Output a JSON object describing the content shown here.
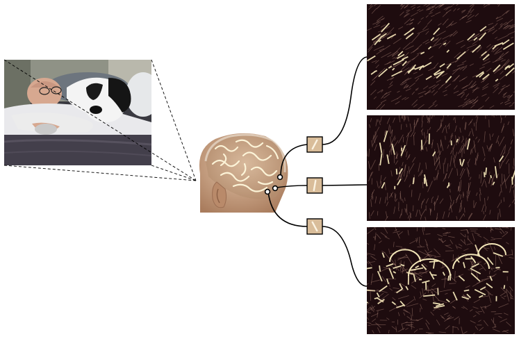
{
  "figure": {
    "input_photo": {
      "icon": "photo-man-and-dog-on-bed"
    },
    "head": {
      "icon": "head-with-brain-icon"
    },
    "filters": [
      {
        "icon": "oriented-filter-icon",
        "orientation_deg": 62
      },
      {
        "icon": "oriented-filter-icon",
        "orientation_deg": 80
      },
      {
        "icon": "oriented-filter-icon",
        "orientation_deg": 118
      }
    ],
    "feature_maps": [
      {
        "icon": "edge-map-diagonal"
      },
      {
        "icon": "edge-map-vertical"
      },
      {
        "icon": "edge-map-contours"
      }
    ],
    "colors": {
      "map_background": "#1e0c0f",
      "edge_highlight": "#f3e6b8",
      "edge_mid": "#b98e7f",
      "filter_box": "#d9bd9a",
      "skin": "#c79f7e",
      "line": "#000000"
    }
  }
}
